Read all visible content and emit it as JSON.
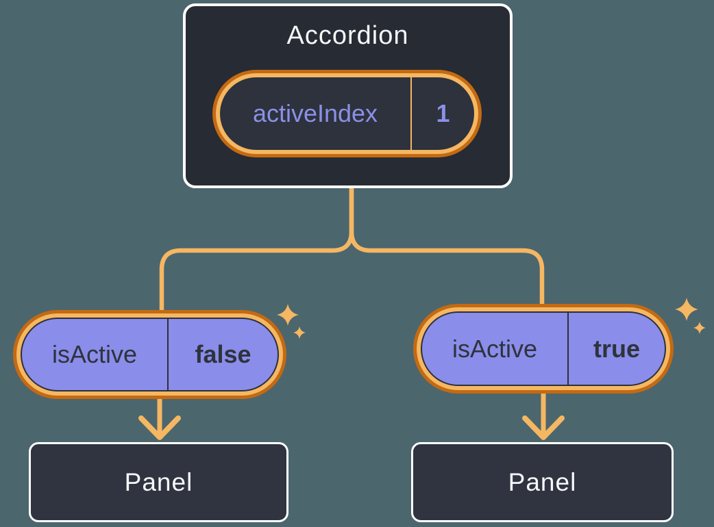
{
  "diagram": {
    "accordion": {
      "title": "Accordion",
      "state": {
        "name": "activeIndex",
        "value": "1"
      }
    },
    "left": {
      "prop": {
        "name": "isActive",
        "value": "false"
      },
      "panel": {
        "label": "Panel"
      }
    },
    "right": {
      "prop": {
        "name": "isActive",
        "value": "true"
      },
      "panel": {
        "label": "Panel"
      }
    }
  },
  "icons": {
    "sparkle": "four-point sparkle star",
    "arrow_down": "downward arrow"
  },
  "colors": {
    "background": "#4C666E",
    "node_fill": "#262B34",
    "panel_fill": "#2F3440",
    "node_border": "#FFFFFF",
    "orange_dark": "#C46A12",
    "orange_light": "#F5B762",
    "purple_fill": "#8A8DE9",
    "purple_text": "#8B90E8",
    "dark_text": "#2E333D",
    "light_text": "#F6F7F9"
  }
}
